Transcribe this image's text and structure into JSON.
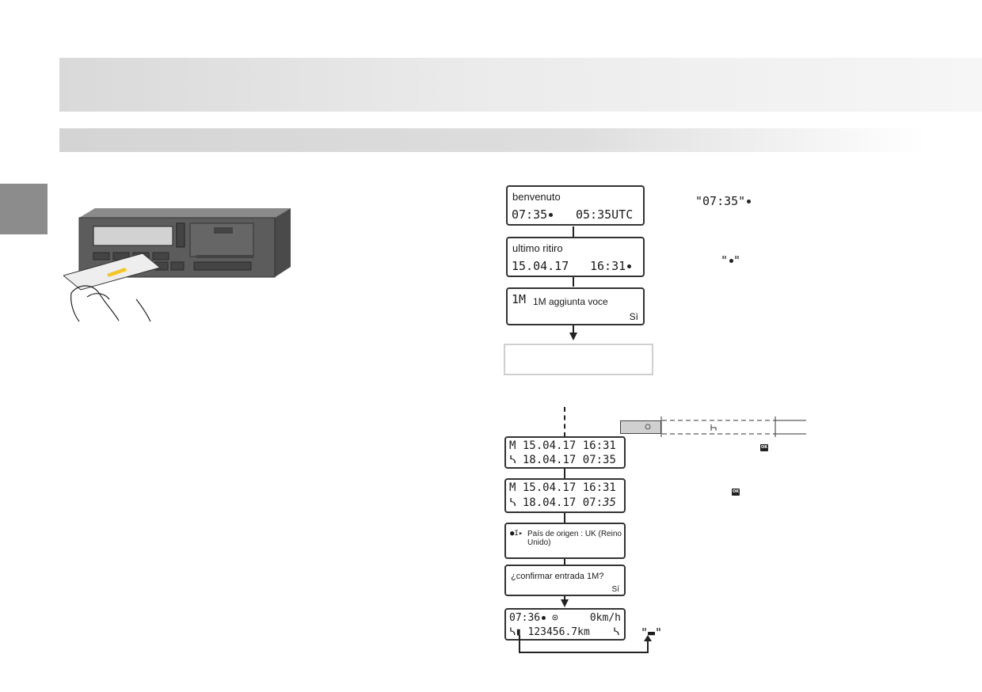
{
  "screens": {
    "s1": {
      "line1": "benvenuto",
      "time_local": "07:35",
      "time_utc": "05:35UTC"
    },
    "s2": {
      "line1": "ultimo ritiro",
      "date": "15.04.17",
      "time": "16:31"
    },
    "s3": {
      "symbol": "1M",
      "text": "1M aggiunta voce",
      "answer": "Sì"
    },
    "s4": {
      "row1": "M 15.04.17 16:31",
      "row2": "18.04.17 07:35"
    },
    "s5": {
      "row1": "M 15.04.17 16:31",
      "row2_date": "18.04.17 07:",
      "row2_min": "35"
    },
    "s6": {
      "country": "País de origen : UK (Reino Unido)"
    },
    "s7": {
      "question": "¿confirmar entrada 1M?",
      "answer": "Sí"
    },
    "s8": {
      "time": "07:36",
      "speed": "0km/h",
      "odometer": "123456.7km"
    }
  },
  "notes": {
    "time_quote": "\"07:35\"",
    "ok_label": "OK"
  },
  "icons": [
    "clock-icon",
    "bed-icon",
    "card-icon",
    "country-flag-icon",
    "ok-key-icon"
  ]
}
